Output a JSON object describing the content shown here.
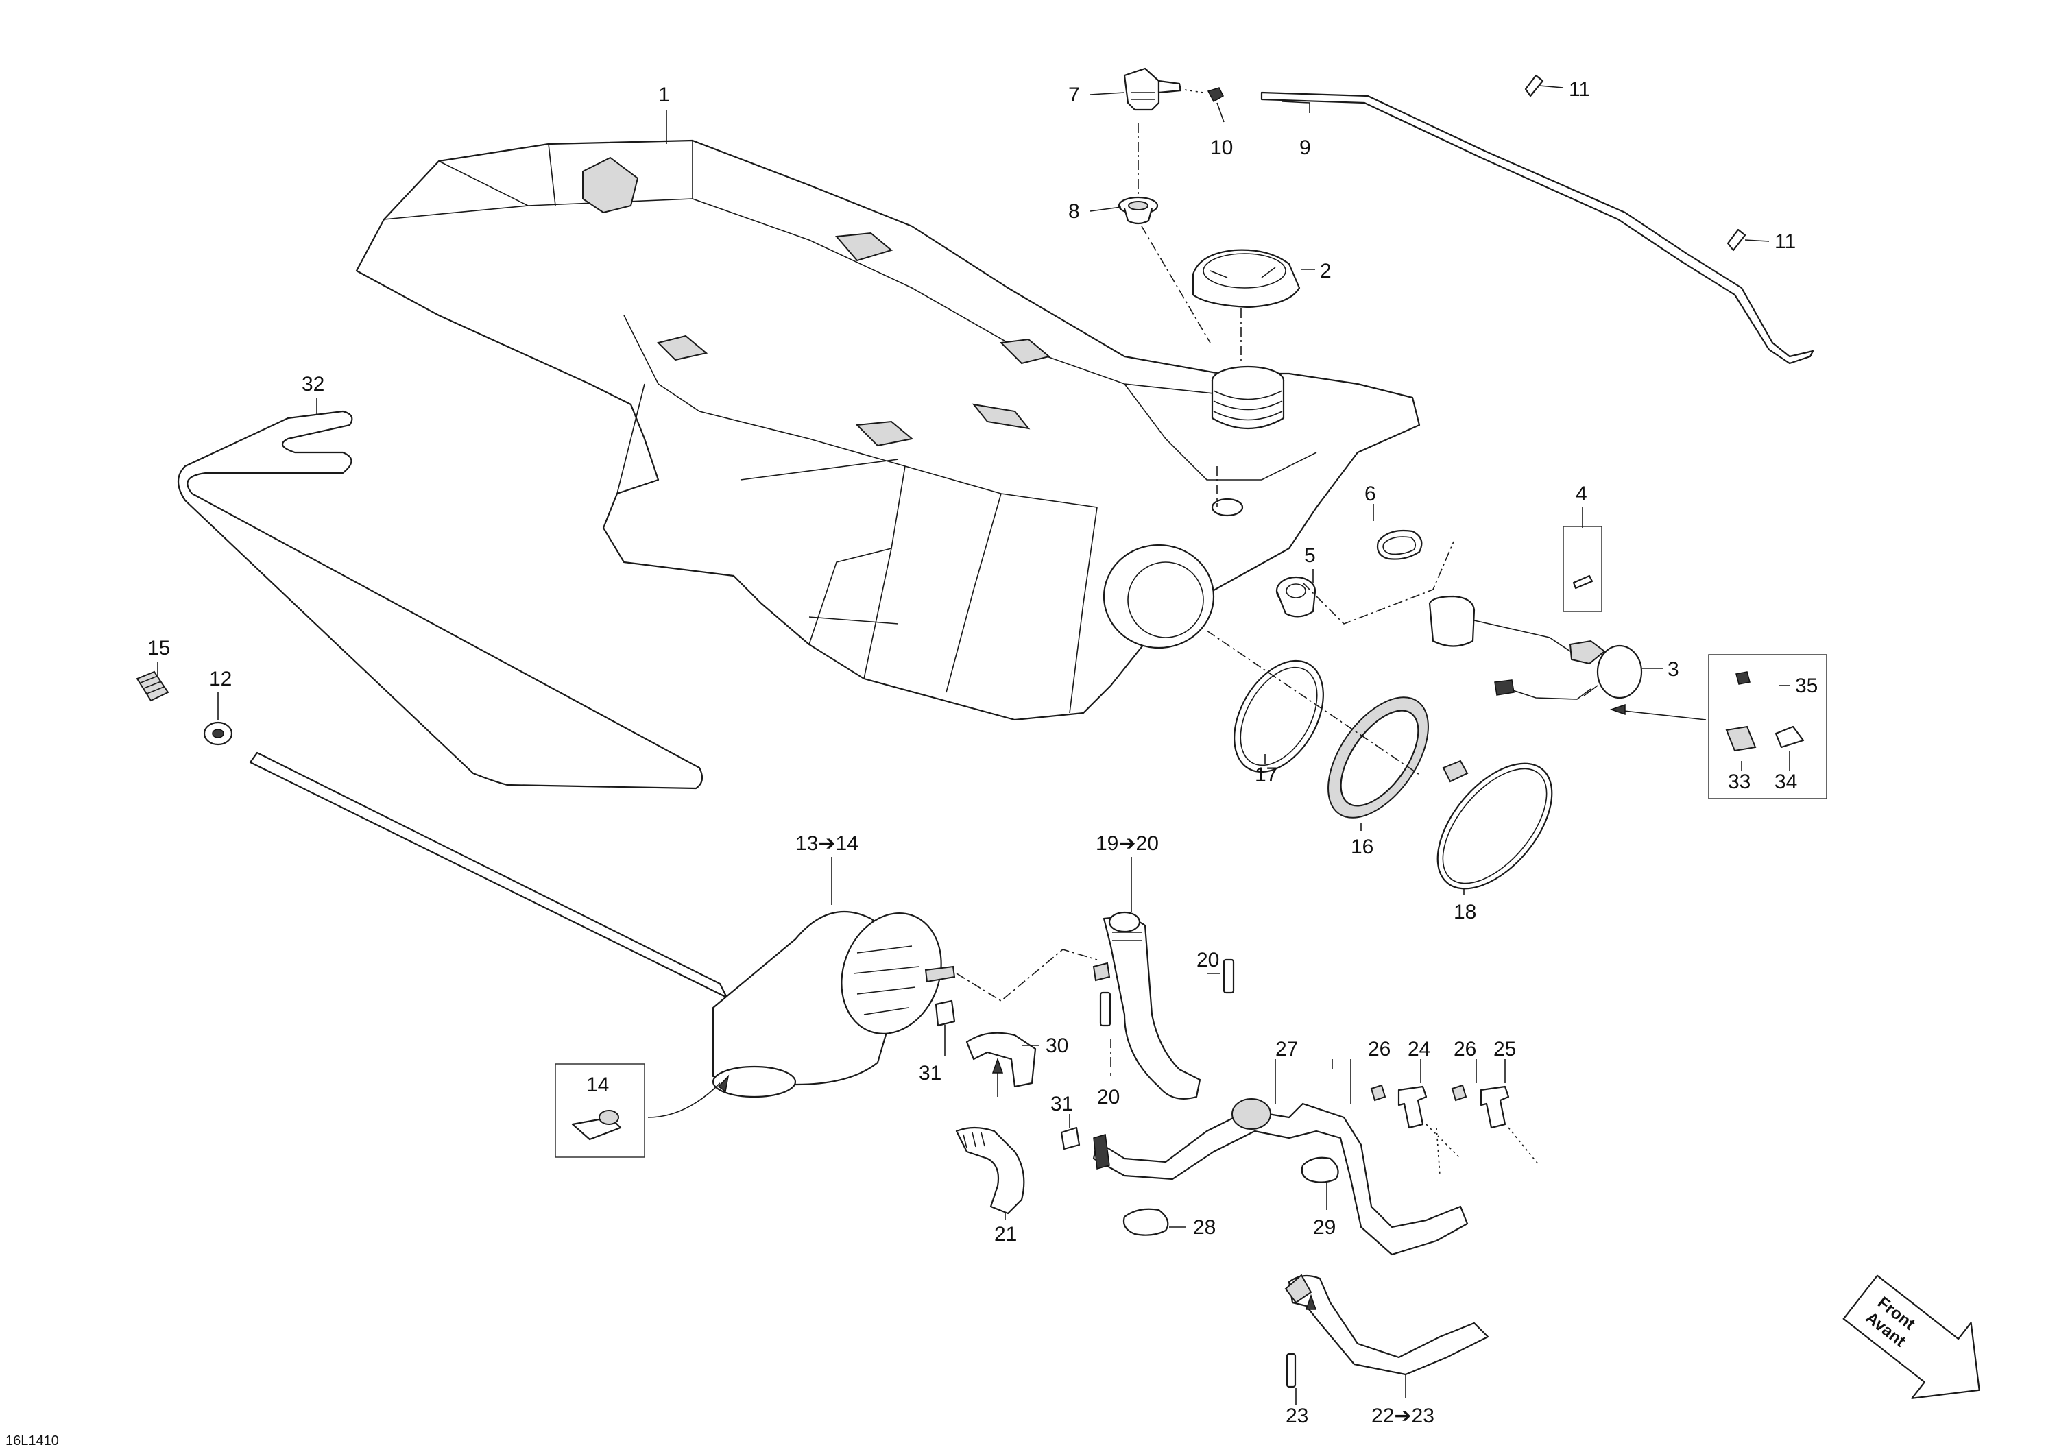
{
  "diagram_code": "16L1410",
  "front_badge": {
    "line1": "Front",
    "line2": "Avant"
  },
  "callouts": {
    "c1": "1",
    "c2": "2",
    "c3": "3",
    "c4": "4",
    "c5": "5",
    "c6": "6",
    "c7": "7",
    "c8": "8",
    "c9": "9",
    "c10": "10",
    "c11a": "11",
    "c11b": "11",
    "c12": "12",
    "c13_14": "13➔14",
    "c14": "14",
    "c15": "15",
    "c16": "16",
    "c17": "17",
    "c18": "18",
    "c19_20": "19➔20",
    "c20a": "20",
    "c20b": "20",
    "c21": "21",
    "c22_23": "22➔23",
    "c23": "23",
    "c24": "24",
    "c25": "25",
    "c26a": "26",
    "c26b": "26",
    "c27": "27",
    "c28": "28",
    "c29": "29",
    "c30": "30",
    "c31a": "31",
    "c31b": "31",
    "c32": "32",
    "c33": "33",
    "c34": "34",
    "c35": "35"
  }
}
